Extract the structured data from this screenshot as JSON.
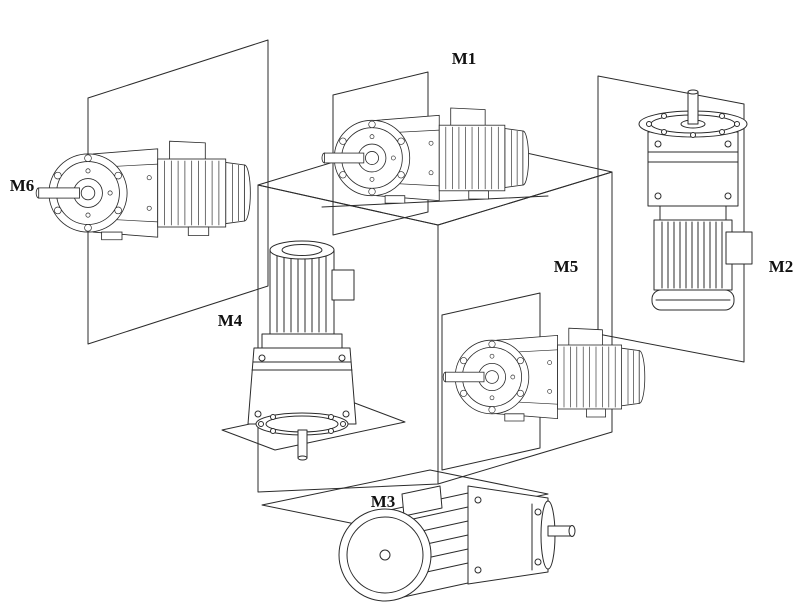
{
  "diagram": {
    "labels": {
      "m1": "M1",
      "m2": "M2",
      "m3": "M3",
      "m4": "M4",
      "m5": "M5",
      "m6": "M6"
    },
    "colors": {
      "background": "#ffffff",
      "line": "#2b2b2b",
      "label": "#111111"
    }
  }
}
